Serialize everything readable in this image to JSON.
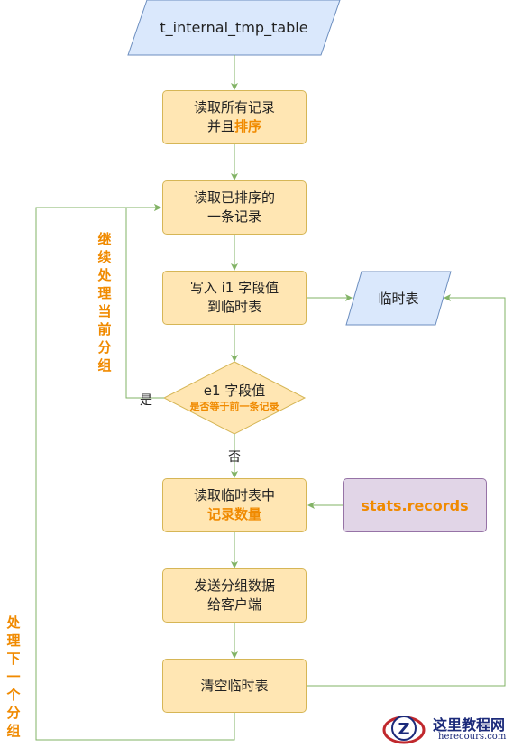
{
  "nodes": {
    "source_table": "t_internal_tmp_table",
    "read_all_l1": "读取所有记录",
    "read_all_l2_plain": "并且",
    "read_all_l2_hl": "排序",
    "read_sorted_l1": "读取已排序的",
    "read_sorted_l2": "一条记录",
    "write_l1": "写入 i1 字段值",
    "write_l2": "到临时表",
    "temp_table": "临时表",
    "decision_main": "e1 字段值",
    "decision_sub": "是否等于前一条记录",
    "read_count_l1": "读取临时表中",
    "read_count_l2": "记录数量",
    "stats_records": "stats.records",
    "send_l1": "发送分组数据",
    "send_l2": "给客户端",
    "clear": "清空临时表"
  },
  "edge_labels": {
    "yes": "是",
    "no": "否",
    "continue_group": "继续处理当前分组",
    "next_group": "处理下一个分组"
  },
  "watermark": {
    "name": "这里教程网",
    "url": "herecours.com"
  },
  "colors": {
    "process_fill": "#ffe6b3",
    "process_stroke": "#d6b656",
    "io_fill": "#dae8fc",
    "io_stroke": "#6c8ebf",
    "stats_fill": "#e1d5e7",
    "stats_stroke": "#9673a6",
    "edge": "#82b366",
    "highlight": "#f08a00"
  }
}
